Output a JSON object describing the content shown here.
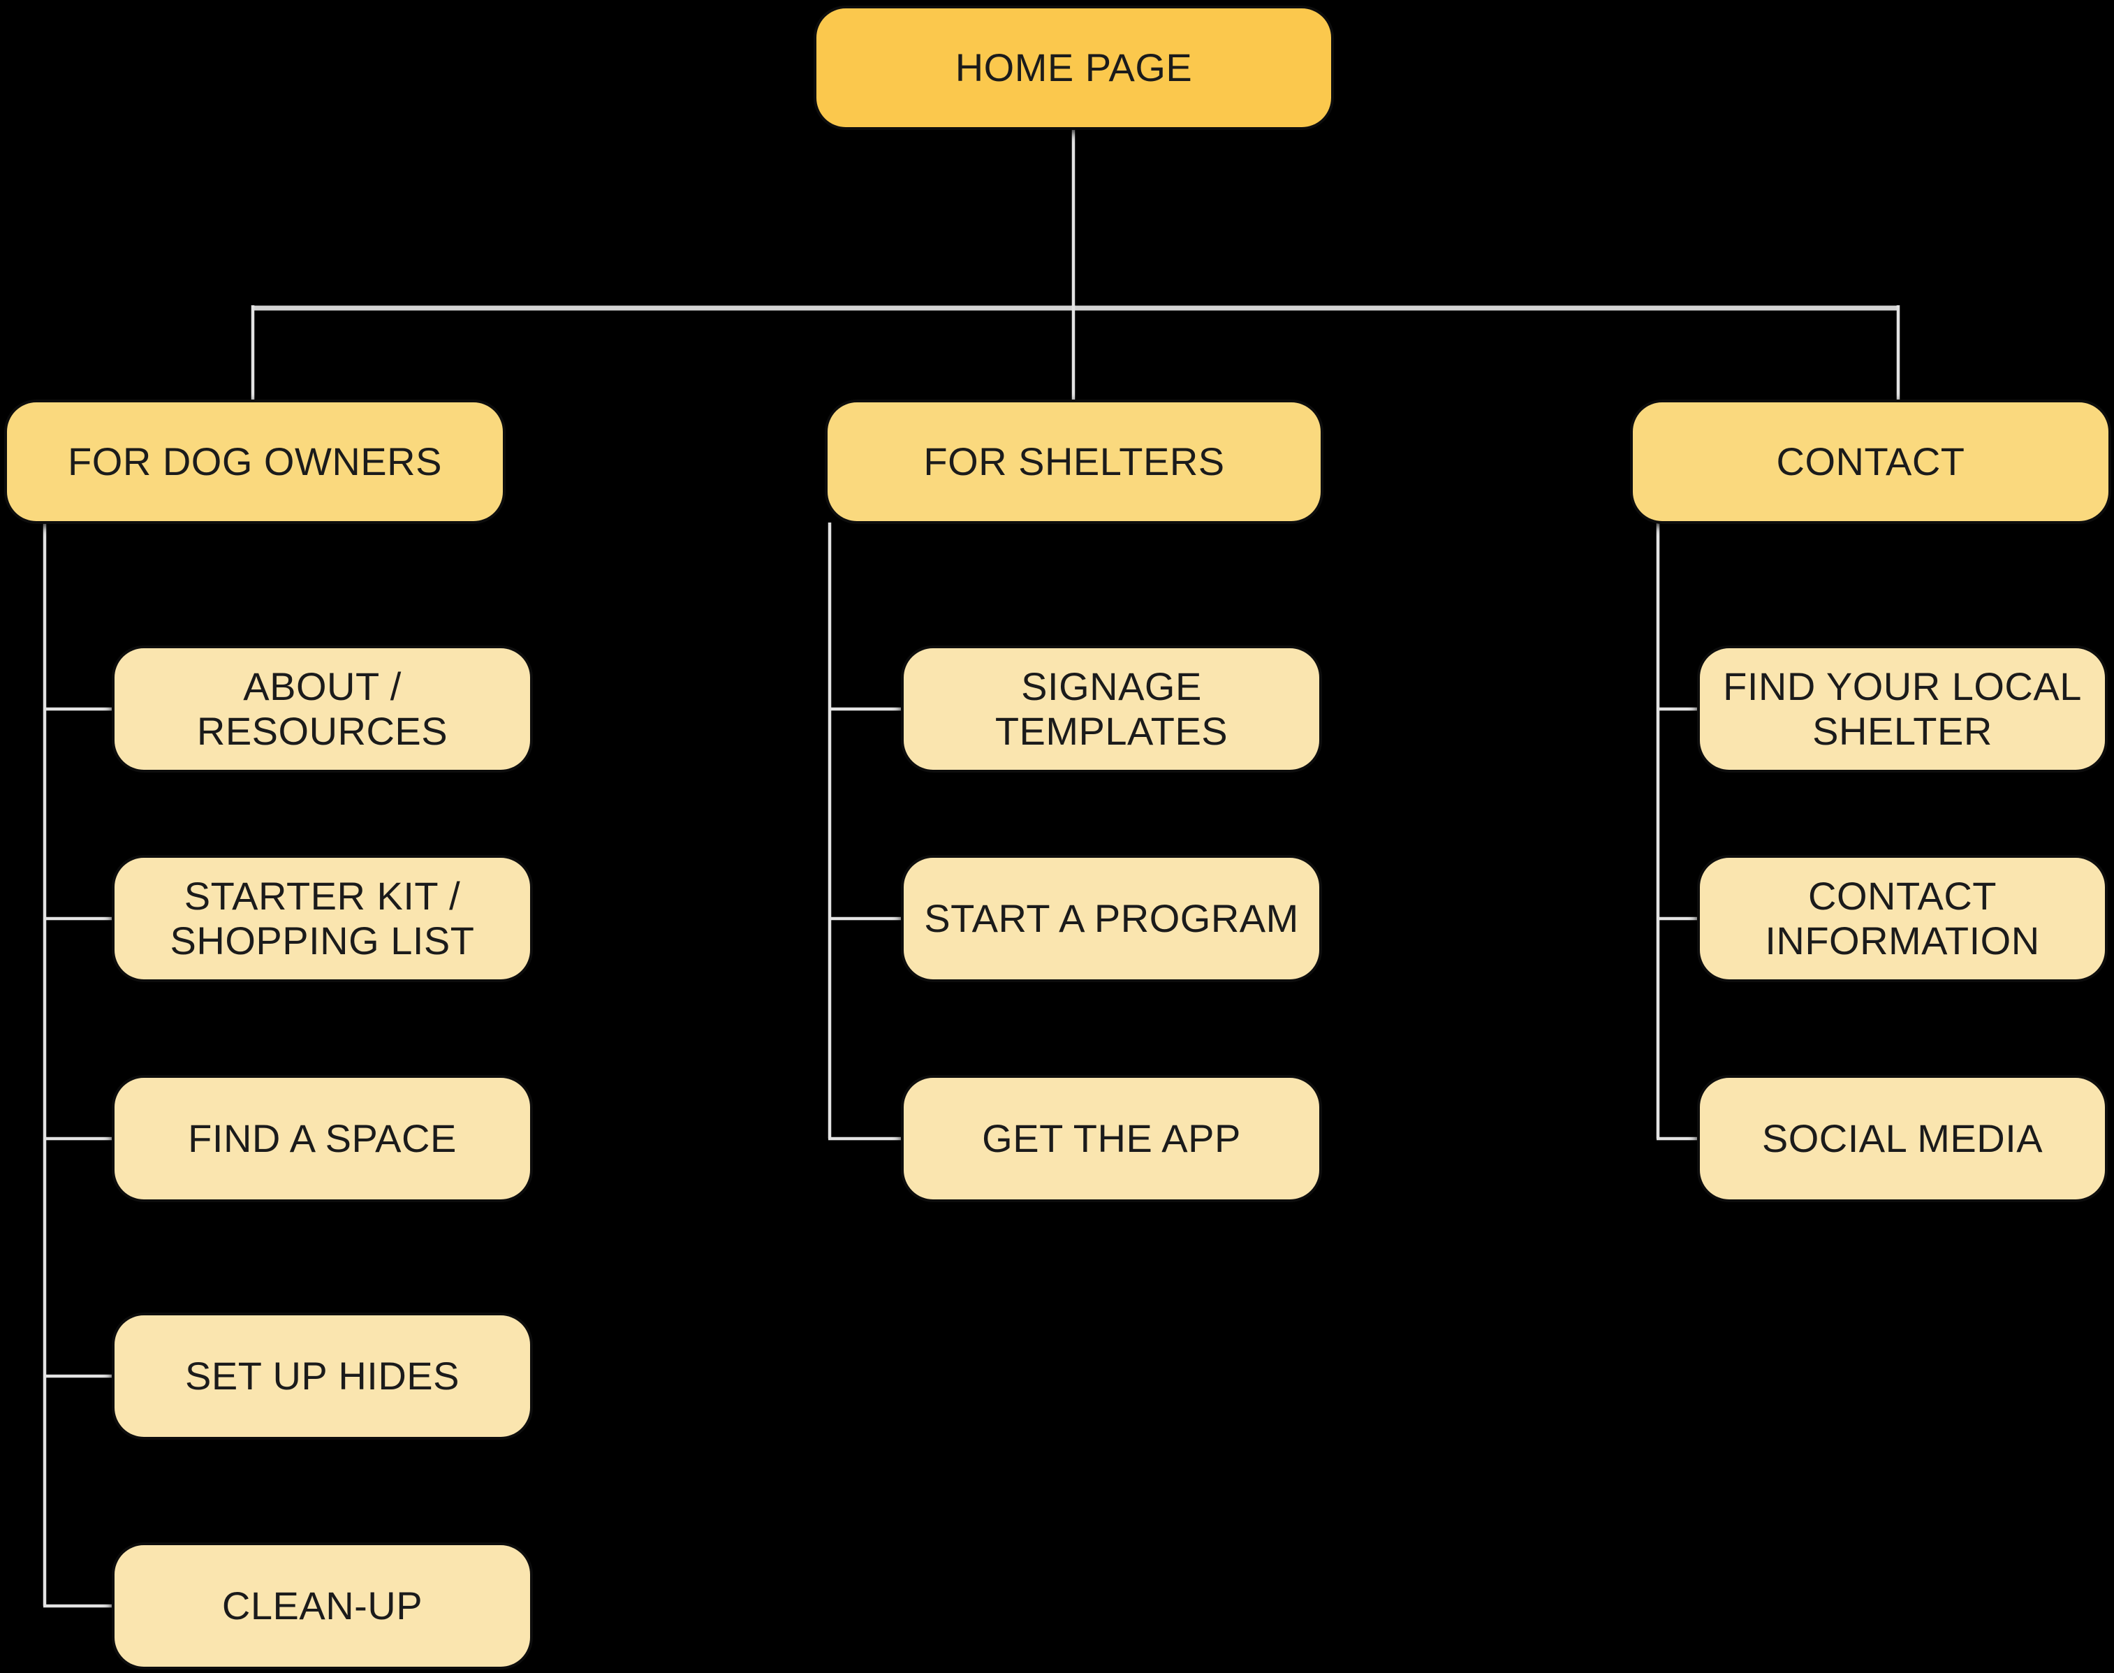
{
  "colors": {
    "background": "#000000",
    "root_fill": "#FBC84D",
    "branch_fill": "#FAD97E",
    "leaf_fill": "#FAE5AF",
    "text": "#1B1B1B",
    "connector": "#E3E3E3",
    "connector_main": "#D4D4D4"
  },
  "diagram": {
    "root": {
      "label": "HOME PAGE"
    },
    "branches": [
      {
        "label": "FOR DOG OWNERS",
        "children": [
          {
            "label": "ABOUT / RESOURCES"
          },
          {
            "label": "STARTER KIT / SHOPPING LIST"
          },
          {
            "label": "FIND A SPACE"
          },
          {
            "label": "SET UP HIDES"
          },
          {
            "label": "CLEAN-UP"
          }
        ]
      },
      {
        "label": "FOR SHELTERS",
        "children": [
          {
            "label": "SIGNAGE TEMPLATES"
          },
          {
            "label": "START A PROGRAM"
          },
          {
            "label": "GET THE APP"
          }
        ]
      },
      {
        "label": "CONTACT",
        "children": [
          {
            "label": "FIND YOUR LOCAL SHELTER"
          },
          {
            "label": "CONTACT INFORMATION"
          },
          {
            "label": "SOCIAL MEDIA"
          }
        ]
      }
    ]
  }
}
